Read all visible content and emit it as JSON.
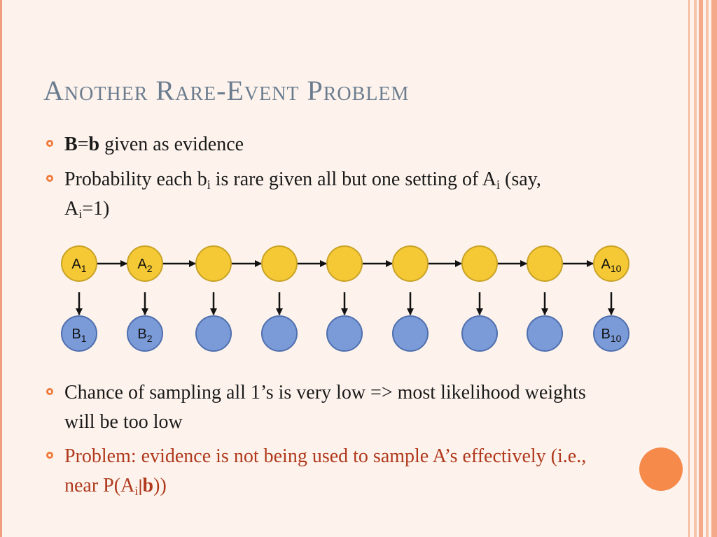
{
  "slide": {
    "title": "Another Rare-Event Problem",
    "accent_color": "#f07a3c",
    "title_color": "#6b7c8f",
    "problem_color": "#b0391d"
  },
  "bullets": [
    {
      "id": "b1",
      "parts": {
        "bold1": "B",
        "eq": "=",
        "bold2": "b",
        "rest": " given as evidence"
      }
    },
    {
      "id": "b2",
      "parts": {
        "p1": "Probability each b",
        "sub1": "i",
        "p2": " is rare given all but one setting of A",
        "sub2": "i",
        "p3": " (say, A",
        "sub3": "i",
        "p4": "=1)"
      }
    },
    {
      "id": "b3",
      "text": "Chance of sampling all 1’s is very low => most likelihood weights will be too low"
    },
    {
      "id": "b4",
      "parts": {
        "p1": "Problem: evidence is not being used to sample A’s effectively (i.e., near P(A",
        "sub1": "i",
        "bar": "|",
        "bold": "b",
        "p2": "))"
      }
    }
  ],
  "diagram": {
    "top_nodes": [
      {
        "label": "A",
        "sub": "1"
      },
      {
        "label": "A",
        "sub": "2"
      },
      {
        "label": "",
        "sub": ""
      },
      {
        "label": "",
        "sub": ""
      },
      {
        "label": "",
        "sub": ""
      },
      {
        "label": "",
        "sub": ""
      },
      {
        "label": "",
        "sub": ""
      },
      {
        "label": "",
        "sub": ""
      },
      {
        "label": "A",
        "sub": "10"
      }
    ],
    "bottom_nodes": [
      {
        "label": "B",
        "sub": "1"
      },
      {
        "label": "B",
        "sub": "2"
      },
      {
        "label": "",
        "sub": ""
      },
      {
        "label": "",
        "sub": ""
      },
      {
        "label": "",
        "sub": ""
      },
      {
        "label": "",
        "sub": ""
      },
      {
        "label": "",
        "sub": ""
      },
      {
        "label": "",
        "sub": ""
      },
      {
        "label": "B",
        "sub": "10"
      }
    ],
    "top_color": "#f5c935",
    "top_stroke": "#c9a227",
    "bottom_color": "#7b9bd8",
    "bottom_stroke": "#4f6fae"
  }
}
